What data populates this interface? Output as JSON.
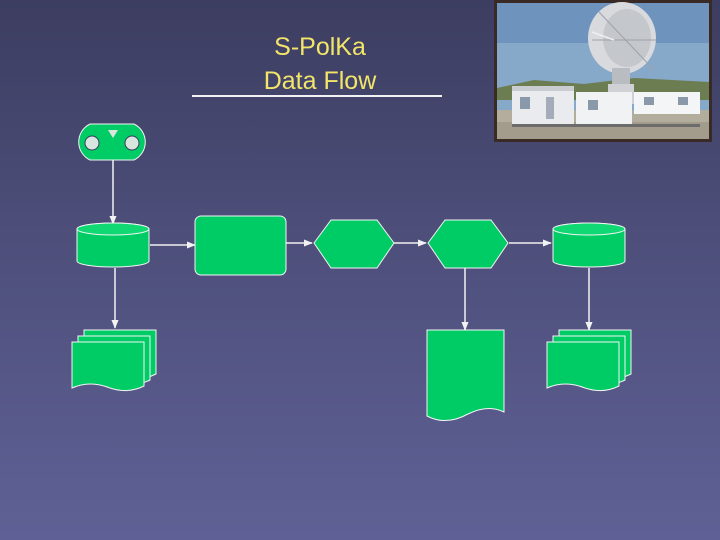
{
  "slide": {
    "title_line1": "S-PolKa",
    "title_line2": "Data Flow"
  },
  "colors": {
    "background_top": "#3c3d60",
    "background_bottom": "#5f6196",
    "title": "#f2e56a",
    "shape_fill": "#00cc66",
    "connector": "#f2f2f2"
  },
  "photo": {
    "subject": "radar-dish-and-trailers-photo"
  },
  "diagram": {
    "nodes": [
      {
        "id": "tape",
        "shape": "magnetic-tape"
      },
      {
        "id": "storage-1",
        "shape": "cylinder"
      },
      {
        "id": "process",
        "shape": "rounded-rectangle"
      },
      {
        "id": "prep-1",
        "shape": "hexagon"
      },
      {
        "id": "prep-2",
        "shape": "hexagon"
      },
      {
        "id": "storage-2",
        "shape": "cylinder"
      },
      {
        "id": "docs-1",
        "shape": "multi-document"
      },
      {
        "id": "doc-tall",
        "shape": "document"
      },
      {
        "id": "docs-2",
        "shape": "multi-document"
      }
    ],
    "edges": [
      {
        "from": "tape",
        "to": "storage-1"
      },
      {
        "from": "storage-1",
        "to": "process"
      },
      {
        "from": "process",
        "to": "prep-1"
      },
      {
        "from": "prep-1",
        "to": "prep-2"
      },
      {
        "from": "prep-2",
        "to": "storage-2"
      },
      {
        "from": "storage-1",
        "to": "docs-1"
      },
      {
        "from": "prep-2",
        "to": "doc-tall"
      },
      {
        "from": "storage-2",
        "to": "docs-2"
      }
    ]
  }
}
